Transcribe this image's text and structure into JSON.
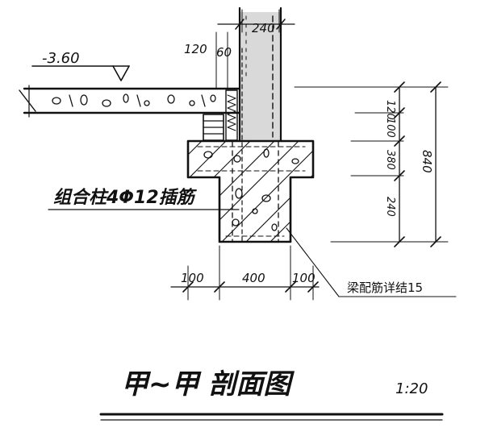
{
  "colors": {
    "ink": "#111111",
    "paper": "#ffffff",
    "wall_tone": "#d9d9d9"
  },
  "drawing": {
    "wall_width": "240",
    "dim_120": "120",
    "dim_60": "60",
    "elevation": "-3.60",
    "callout_left": "组合柱4Φ12插筋",
    "callout_right": "梁配筋详结15",
    "bottom_dims": {
      "left": "100",
      "center": "400",
      "right": "100"
    },
    "right_dims": {
      "d1": "120",
      "d2": "100",
      "d3": "380",
      "d4": "240",
      "total": "840"
    },
    "title": "甲~甲 剖面图",
    "scale": "1:20"
  }
}
